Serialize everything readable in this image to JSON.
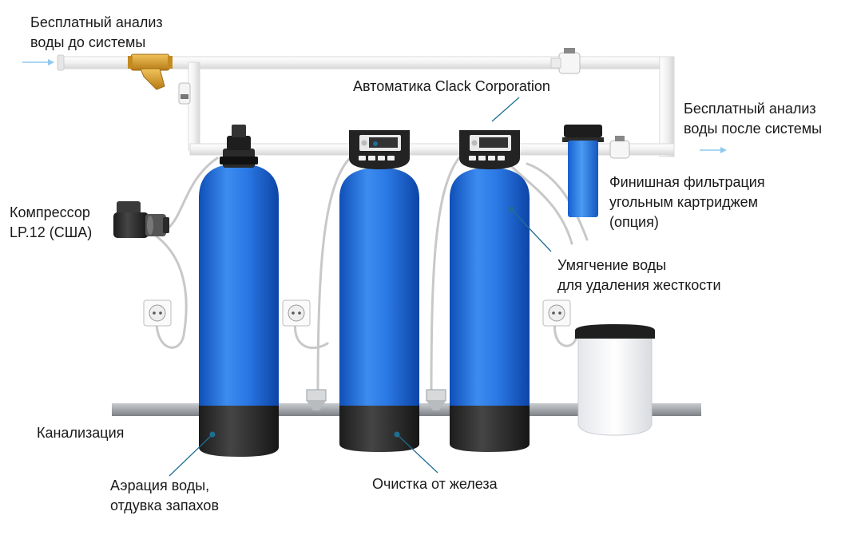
{
  "labels": {
    "analysis_before": [
      "Бесплатный анализ",
      "воды до системы"
    ],
    "automation": "Автоматика Clack Corporation",
    "analysis_after": [
      "Бесплатный анализ",
      "воды после системы"
    ],
    "final_filtration": [
      "Финишная фильтрация",
      "угольным картриджем",
      "(опция)"
    ],
    "compressor": [
      "Компрессор",
      "LP.12 (США)"
    ],
    "softening": [
      "Умягчение воды",
      "для удаления жесткости"
    ],
    "sewage": "Канализация",
    "aeration": [
      "Аэрация воды,",
      "отдувка запахов"
    ],
    "iron_removal": "Очистка от железа"
  },
  "colors": {
    "tank_blue": "#1f6fe0",
    "tank_base": "#2b2b2b",
    "pipe": "#eeeeee",
    "drain_pipe": "#a9adb0",
    "brass": "#d39a2b",
    "filter_blue": "#2a7ae2",
    "leader_line": "#1d6f94",
    "text": "#1a1a1a"
  },
  "icons": [
    "compressor-icon",
    "power-outlet-icon",
    "brass-strainer-icon",
    "valve-icon",
    "control-valve-icon",
    "brine-tank-icon"
  ]
}
